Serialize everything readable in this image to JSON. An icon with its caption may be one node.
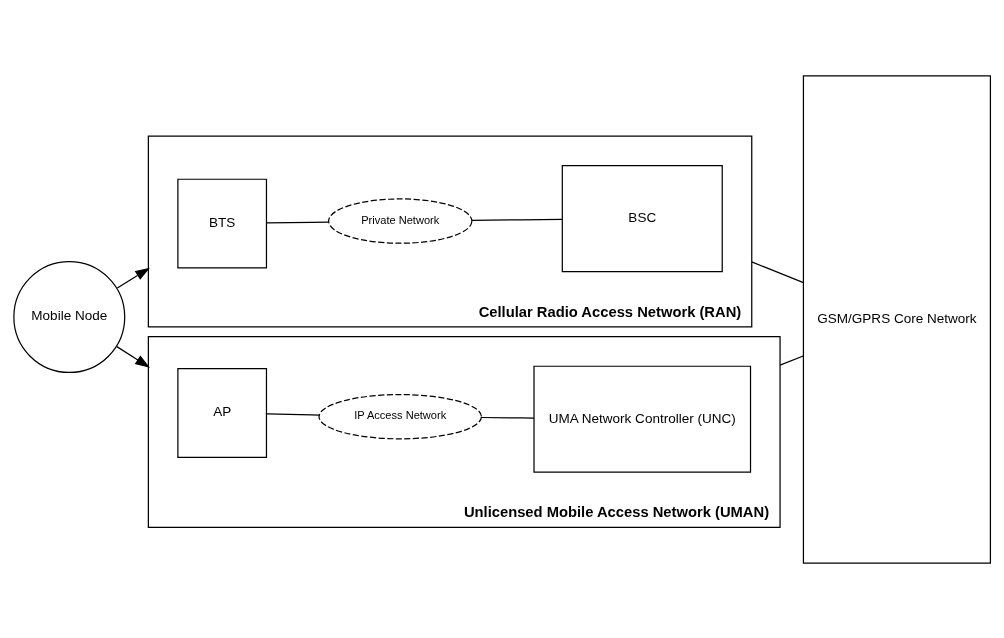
{
  "diagram": {
    "nodes": [
      {
        "text": [
          "Mobile Node"
        ]
      },
      {
        "text": [
          "Cellular Radio Access Network (RAN)"
        ]
      },
      {
        "text": [
          "BTS"
        ],
        "in": 1
      },
      {
        "text": [
          "Private Network"
        ],
        "in": 1
      },
      {
        "text": [
          "BSC"
        ],
        "in": 1
      },
      {
        "text": [
          "Unlicensed Mobile Access Network (UMAN)"
        ]
      },
      {
        "text": [
          "AP"
        ],
        "in": 5
      },
      {
        "text": [
          "IP Access Network"
        ],
        "in": 5
      },
      {
        "text": [
          "UMA Network Controller (UNC)"
        ],
        "in": 5
      },
      {
        "text": [
          "GSM/GPRS Core Network"
        ]
      }
    ],
    "edges": [
      {
        "from": 0,
        "to": 1,
        "arrow": "to"
      },
      {
        "from": 0,
        "to": 5,
        "arrow": "to"
      },
      {
        "from": 2,
        "to": 3,
        "arrow": "none"
      },
      {
        "from": 3,
        "to": 4,
        "arrow": "none"
      },
      {
        "from": 6,
        "to": 7,
        "arrow": "none"
      },
      {
        "from": 7,
        "to": 8,
        "arrow": "none"
      },
      {
        "from": 1,
        "to": 9,
        "arrow": "none"
      },
      {
        "from": 5,
        "to": 9,
        "arrow": "none"
      }
    ]
  }
}
